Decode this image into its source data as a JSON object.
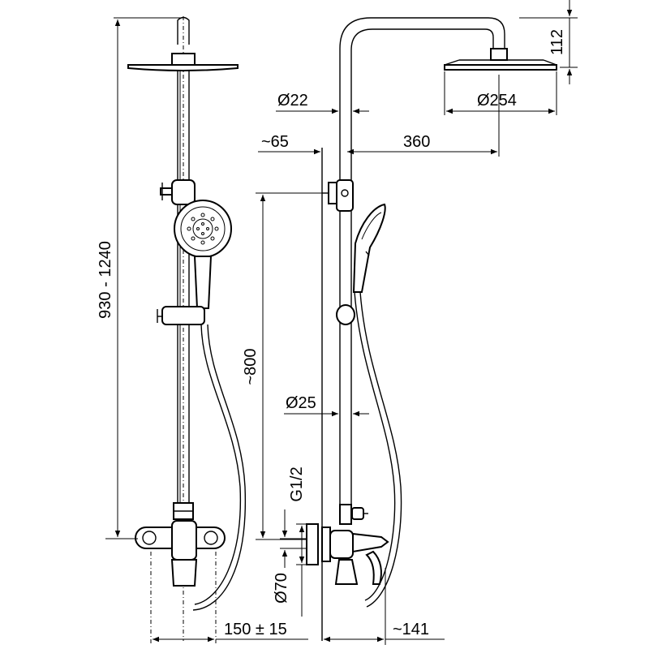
{
  "dimensions": {
    "height_range": "930 - 1240",
    "pipe_offset": "112",
    "pipe_diameter_top": "Ø22",
    "head_diameter": "Ø254",
    "wall_offset_65": "~65",
    "arm_length": "360",
    "bar_height": "~800",
    "pipe_diameter_bottom": "Ø25",
    "thread": "G1/2",
    "flange_diameter": "Ø70",
    "inlet_spacing": "150 ± 15",
    "projection": "~141"
  },
  "colors": {
    "line": "#000000",
    "background": "#ffffff"
  }
}
